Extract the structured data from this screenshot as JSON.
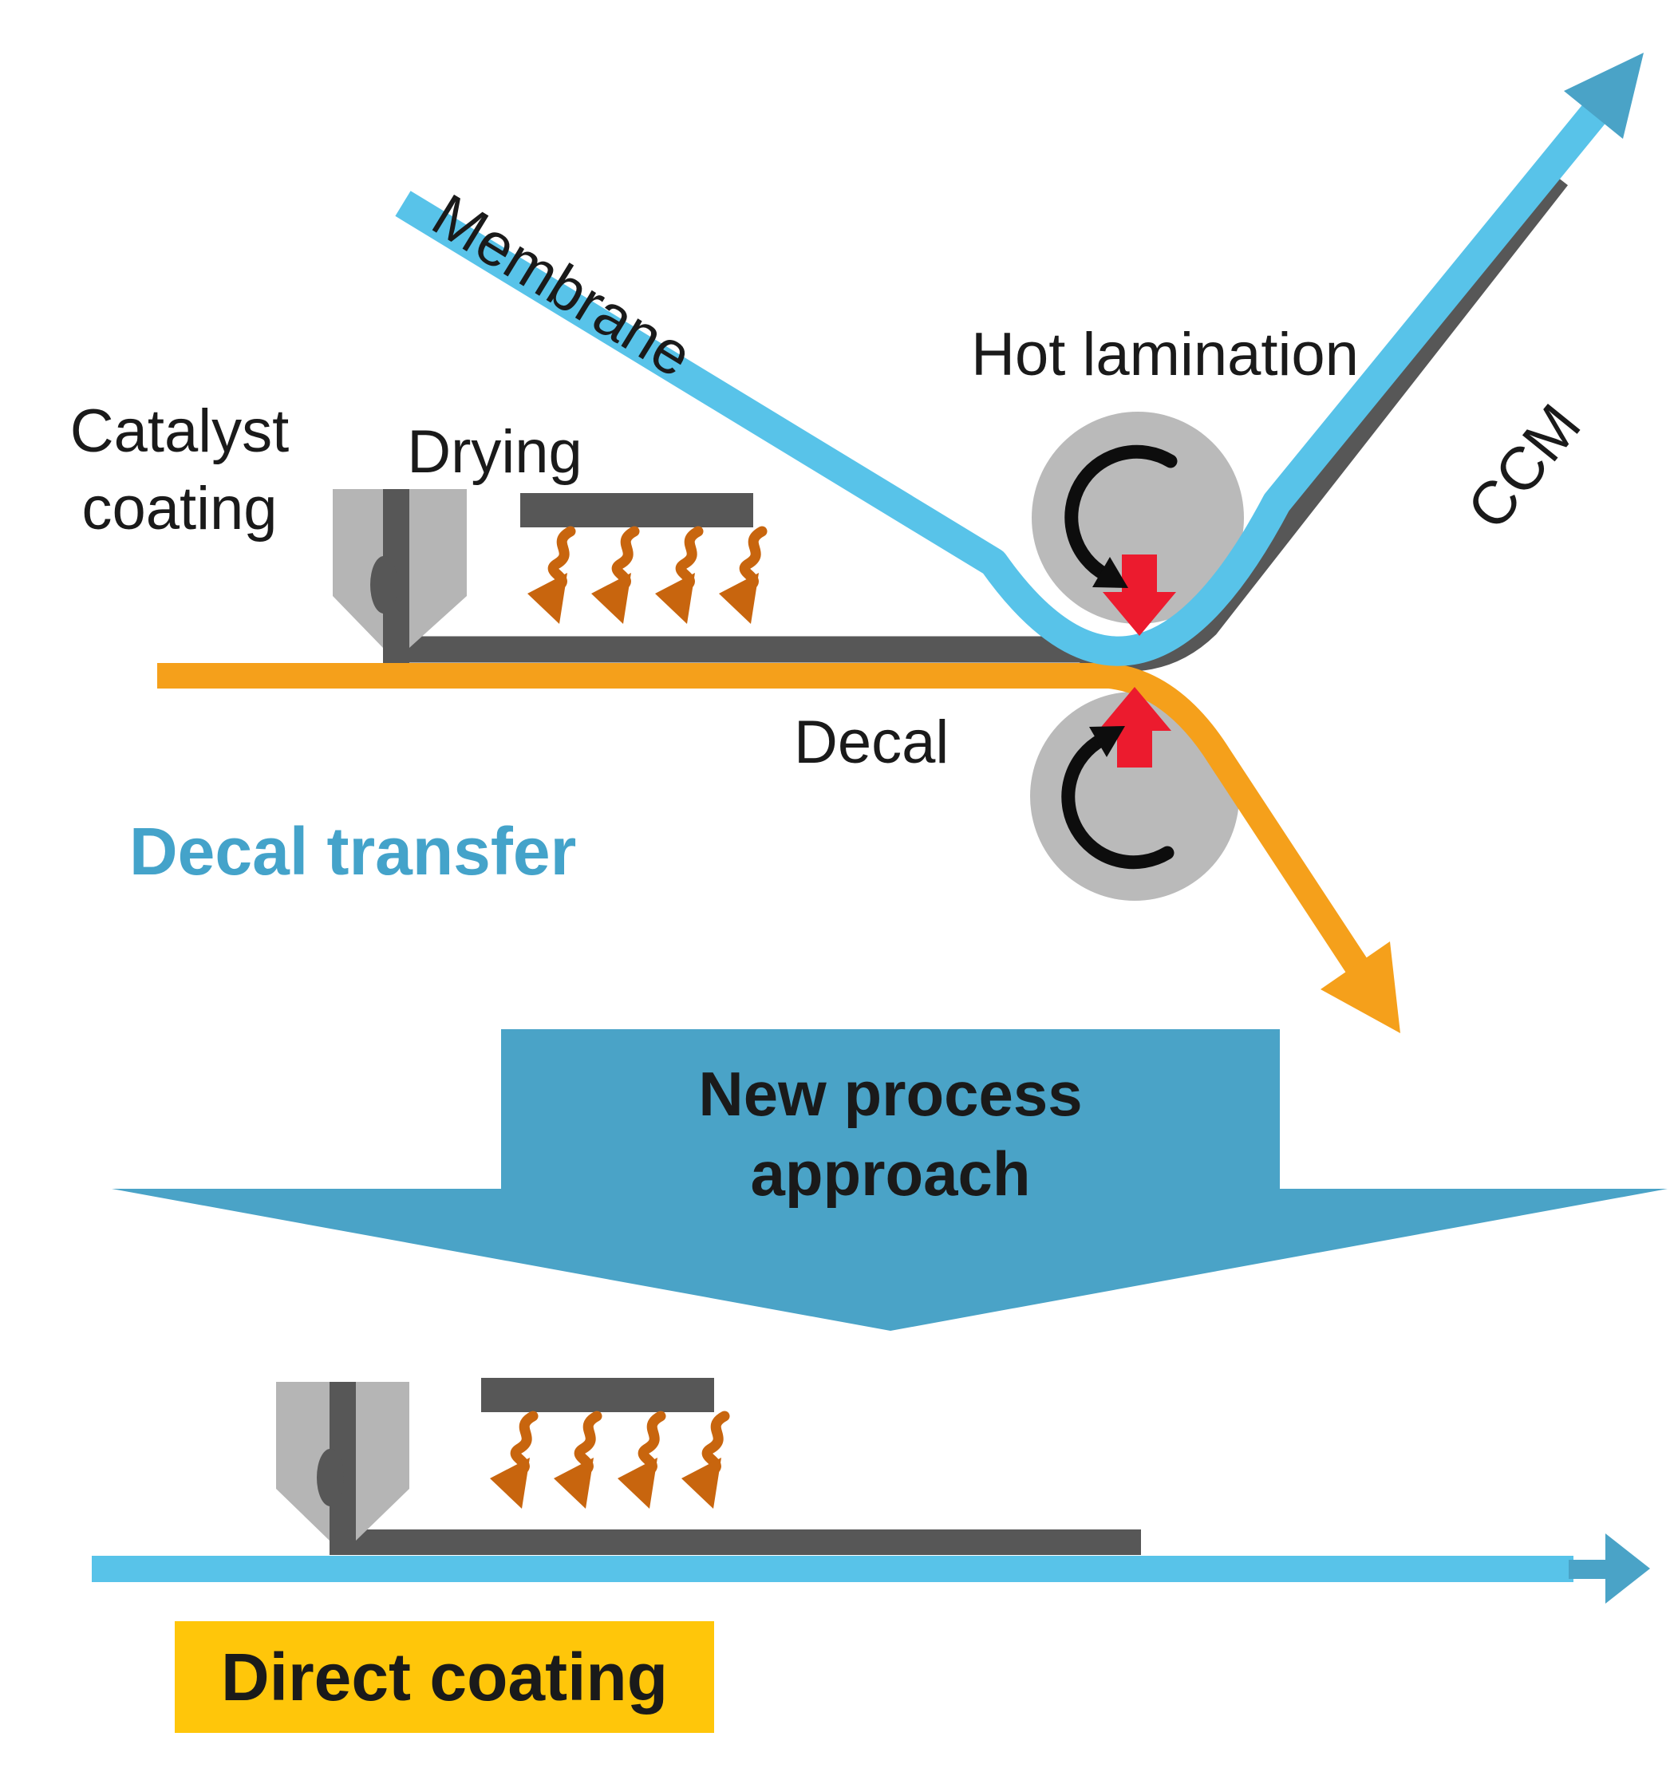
{
  "colors": {
    "light_blue": "#58C3E9",
    "steel_blue": "#4AA3C7",
    "orange": "#F5A01B",
    "flame_orange": "#C8650E",
    "dark_gray": "#575757",
    "light_gray": "#B5B5B5",
    "roller_gray": "#BABABA",
    "red": "#EC1B2E",
    "yellow": "#FFC60A",
    "text_black": "#1A1A1A",
    "label_blue": "#44A3CA"
  },
  "decal_transfer": {
    "title": "Decal transfer",
    "labels": {
      "catalyst_coating": "Catalyst coating",
      "drying": "Drying",
      "membrane": "Membrane",
      "hot_lamination": "Hot lamination",
      "ccm": "CCM",
      "decal": "Decal"
    }
  },
  "transition": {
    "line1": "New process",
    "line2": "approach"
  },
  "direct_coating": {
    "title": "Direct coating"
  }
}
